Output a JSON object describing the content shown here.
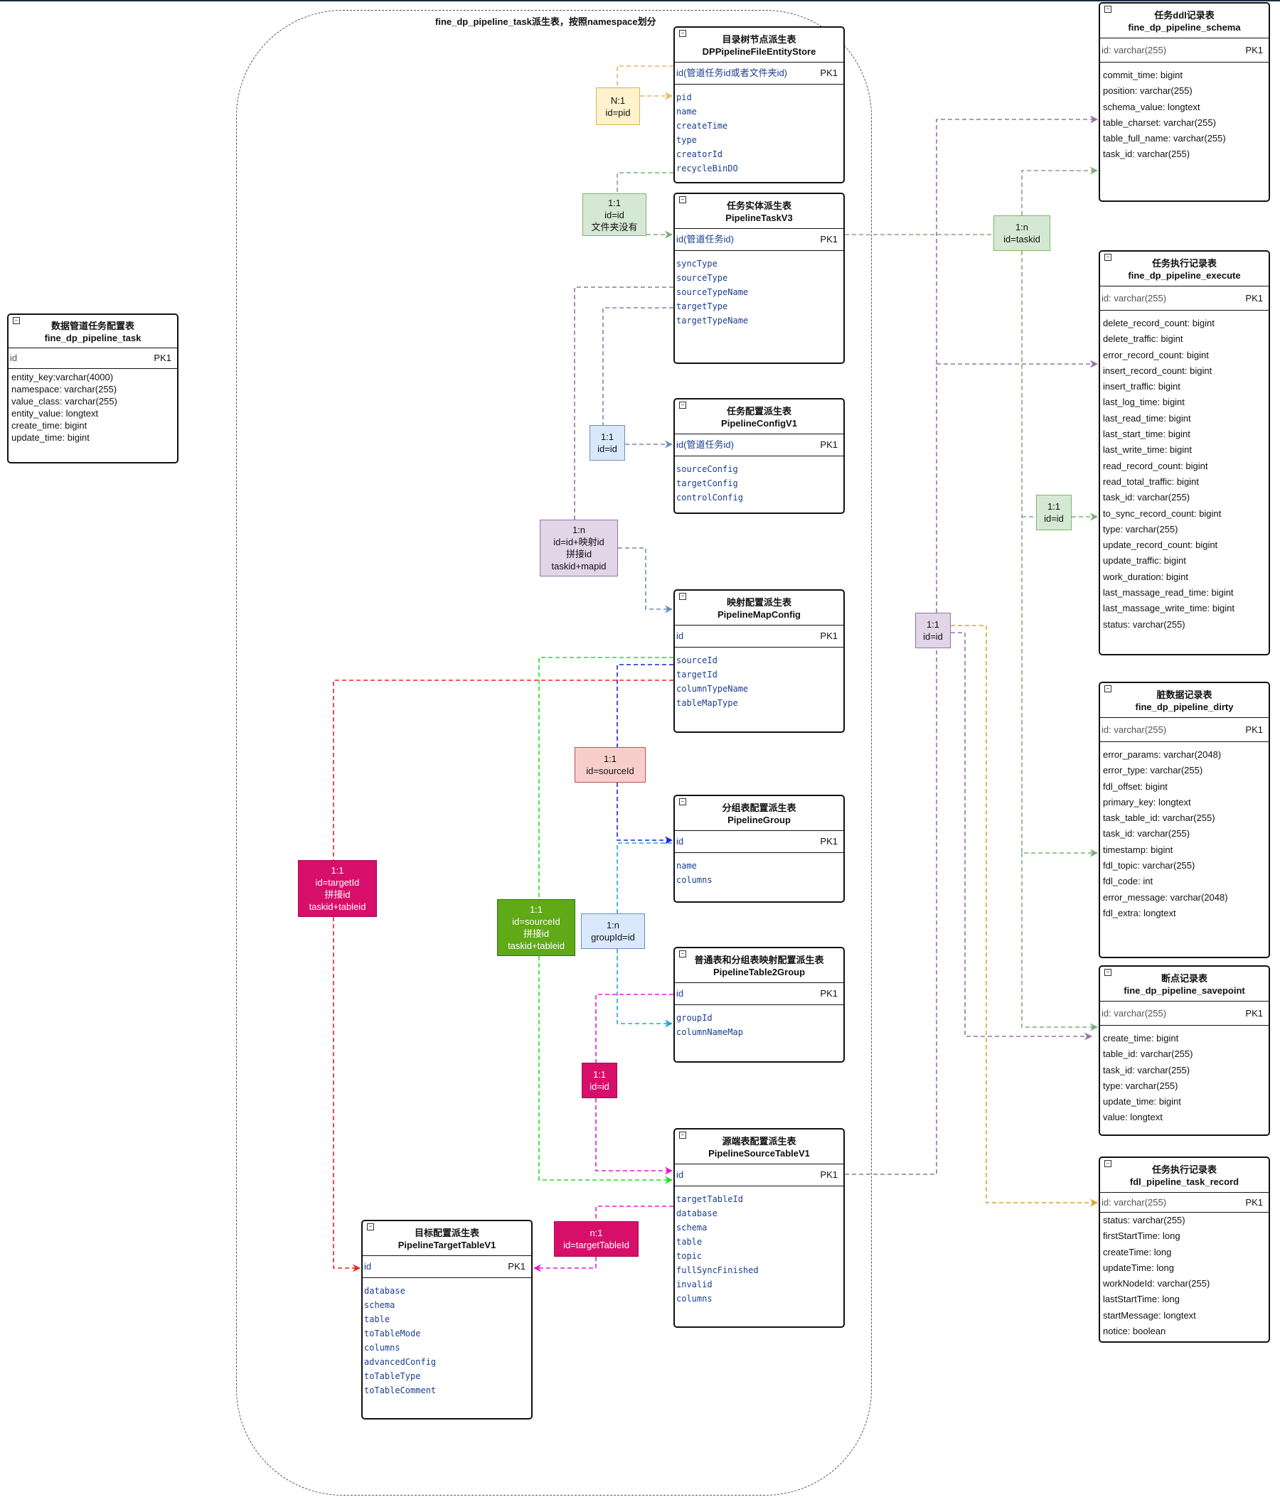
{
  "diagram_title": "fine_dp_pipeline_task派生表，按照namespace划分",
  "tables": {
    "task_config": {
      "title1": "数据管道任务配置表",
      "title2": "fine_dp_pipeline_task",
      "pk": "id",
      "pk_flag": "PK1",
      "fields": [
        "entity_key:varchar(4000)",
        "namespace: varchar(255)",
        "value_class: varchar(255)",
        "entity_value: longtext",
        "create_time: bigint",
        "update_time: bigint"
      ]
    },
    "file_entity": {
      "title1": "目录树节点派生表",
      "title2": "DPPipelineFileEntityStore",
      "pk": "id(管道任务id或者文件夹id)",
      "pk_flag": "PK1",
      "fields": [
        "pid",
        "name",
        "createTime",
        "type",
        "creatorId",
        "recycleBinDO"
      ]
    },
    "task_v3": {
      "title1": "任务实体派生表",
      "title2": "PipelineTaskV3",
      "pk": "id(管道任务id)",
      "pk_flag": "PK1",
      "fields": [
        "syncType",
        "sourceType",
        "sourceTypeName",
        "targetType",
        "targetTypeName"
      ]
    },
    "config_v1": {
      "title1": "任务配置派生表",
      "title2": "PipelineConfigV1",
      "pk": "id(管道任务id)",
      "pk_flag": "PK1",
      "fields": [
        "sourceConfig",
        "targetConfig",
        "controlConfig"
      ]
    },
    "map_config": {
      "title1": "映射配置派生表",
      "title2": "PipelineMapConfig",
      "pk": "id",
      "pk_flag": "PK1",
      "fields": [
        "sourceId",
        "targetId",
        "columnTypeName",
        "tableMapType"
      ]
    },
    "group": {
      "title1": "分组表配置派生表",
      "title2": "PipelineGroup",
      "pk": "id",
      "pk_flag": "PK1",
      "fields": [
        "name",
        "columns"
      ]
    },
    "table2group": {
      "title1": "普通表和分组表映射配置派生表",
      "title2": "PipelineTable2Group",
      "pk": "id",
      "pk_flag": "PK1",
      "fields": [
        "groupId",
        "columnNameMap"
      ]
    },
    "source_table": {
      "title1": "源端表配置派生表",
      "title2": "PipelineSourceTableV1",
      "pk": "id",
      "pk_flag": "PK1",
      "fields": [
        "targetTableId",
        "database",
        "schema",
        "table",
        "topic",
        "fullSyncFinished",
        "invalid",
        "columns"
      ]
    },
    "target_table": {
      "title1": "目标配置派生表",
      "title2": "PipelineTargetTableV1",
      "pk": "id",
      "pk_flag": "PK1",
      "fields": [
        "database",
        "schema",
        "table",
        "toTableMode",
        "columns",
        "advancedConfig",
        "toTableType",
        "toTableComment"
      ]
    },
    "schema": {
      "title1": "任务ddl记录表",
      "title2": "fine_dp_pipeline_schema",
      "pk": "id: varchar(255)",
      "pk_flag": "PK1",
      "fields": [
        "commit_time: bigint",
        "position: varchar(255)",
        "schema_value: longtext",
        "table_charset: varchar(255)",
        "table_full_name: varchar(255)",
        "task_id: varchar(255)"
      ]
    },
    "execute": {
      "title1": "任务执行记录表",
      "title2": "fine_dp_pipeline_execute",
      "pk": "id: varchar(255)",
      "pk_flag": "PK1",
      "fields": [
        "delete_record_count: bigint",
        "delete_traffic: bigint",
        "error_record_count: bigint",
        "insert_record_count: bigint",
        "insert_traffic: bigint",
        "last_log_time: bigint",
        "last_read_time: bigint",
        "last_start_time: bigint",
        "last_write_time: bigint",
        "read_record_count: bigint",
        "read_total_traffic: bigint",
        "task_id: varchar(255)",
        "to_sync_record_count: bigint",
        "type: varchar(255)",
        "update_record_count: bigint",
        "update_traffic: bigint",
        "work_duration: bigint",
        "last_massage_read_time: bigint",
        "last_massage_write_time: bigint",
        "status: varchar(255)"
      ]
    },
    "dirty": {
      "title1": "脏数据记录表",
      "title2": "fine_dp_pipeline_dirty",
      "pk": "id: varchar(255)",
      "pk_flag": "PK1",
      "fields": [
        "error_params: varchar(2048)",
        "error_type: varchar(255)",
        "fdl_offset: bigint",
        "primary_key: longtext",
        "task_table_id: varchar(255)",
        "task_id: varchar(255)",
        "timestamp: bigint",
        "fdl_topic: varchar(255)",
        "fdl_code: int",
        "error_message: varchar(2048)",
        "fdl_extra: longtext"
      ]
    },
    "savepoint": {
      "title1": "断点记录表",
      "title2": "fine_dp_pipeline_savepoint",
      "pk": "id: varchar(255)",
      "pk_flag": "PK1",
      "fields": [
        "create_time: bigint",
        "table_id: varchar(255)",
        "task_id: varchar(255)",
        "type: varchar(255)",
        "update_time: bigint",
        "value: longtext"
      ]
    },
    "task_record": {
      "title1": "任务执行记录表",
      "title2": "fdl_pipeline_task_record",
      "pk": "id: varchar(255)",
      "pk_flag": "PK1",
      "fields": [
        "status: varchar(255)",
        "firstStartTime: long",
        "createTime: long",
        "updateTime: long",
        "workNodeId: varchar(255)",
        "lastStartTime: long",
        "startMessage: longtext",
        "notice: boolean"
      ]
    }
  },
  "relations": {
    "n1_pid": {
      "lines": [
        "N:1",
        "id=pid"
      ],
      "fill": "#fff2cc",
      "border": "#d6b656",
      "color": "#e0b860"
    },
    "r11_folder": {
      "lines": [
        "1:1",
        "id=id",
        "文件夹没有"
      ],
      "fill": "#d5e8d4",
      "border": "#82b366",
      "color": "#7aad7a"
    },
    "r11_config": {
      "lines": [
        "1:1",
        "id=id"
      ],
      "fill": "#dae8fc",
      "border": "#6c8ebf",
      "color": "#6c8ebf"
    },
    "r1n_map": {
      "lines": [
        "1:n",
        "id=id+映射id",
        "拼接id",
        "taskid+mapid"
      ],
      "fill": "#e1d5e7",
      "border": "#9673a6",
      "color": "#9673a6"
    },
    "r1n_taskid": {
      "lines": [
        "1:n",
        "id=taskid"
      ],
      "fill": "#d5e8d4",
      "border": "#82b366",
      "color": "#7aad7a"
    },
    "r11_execute": {
      "lines": [
        "1:1",
        "id=id"
      ],
      "fill": "#d5e8d4",
      "border": "#82b366",
      "color": "#7aad7a"
    },
    "r11_savepoint": {
      "lines": [
        "1:1",
        "id=id"
      ],
      "fill": "#e1d5e7",
      "border": "#9673a6",
      "color": "#9673a6"
    },
    "r11_sourceid": {
      "lines": [
        "1:1",
        "id=sourceId"
      ],
      "fill": "#f8cecc",
      "border": "#b85450",
      "color": "#1f1fd6"
    },
    "r11_targetid": {
      "lines": [
        "1:1",
        "id=targetId",
        "拼接id",
        "taskid+tableid"
      ],
      "fill": "#d80f6a",
      "border": "#a00a50",
      "text": "#ffffff",
      "color": "#e8261b"
    },
    "r11_sourceid_green": {
      "lines": [
        "1:1",
        "id=sourceId",
        "拼接id",
        "taskid+tableid"
      ],
      "fill": "#60a917",
      "border": "#2d7600",
      "text": "#ffffff",
      "color": "#22dd22"
    },
    "r1n_groupid": {
      "lines": [
        "1:n",
        "groupId=id"
      ],
      "fill": "#dae8fc",
      "border": "#6c8ebf",
      "color": "#1ea7d8"
    },
    "r11_table2group": {
      "lines": [
        "1:1",
        "id=id"
      ],
      "fill": "#d80f6a",
      "border": "#a00a50",
      "text": "#ffffff",
      "color": "#e31ccf"
    },
    "rn1_targettableid": {
      "lines": [
        "n:1",
        "id=targetTableId"
      ],
      "fill": "#d80f6a",
      "border": "#a00a50",
      "text": "#ffffff",
      "color": "#e31ccf"
    }
  }
}
